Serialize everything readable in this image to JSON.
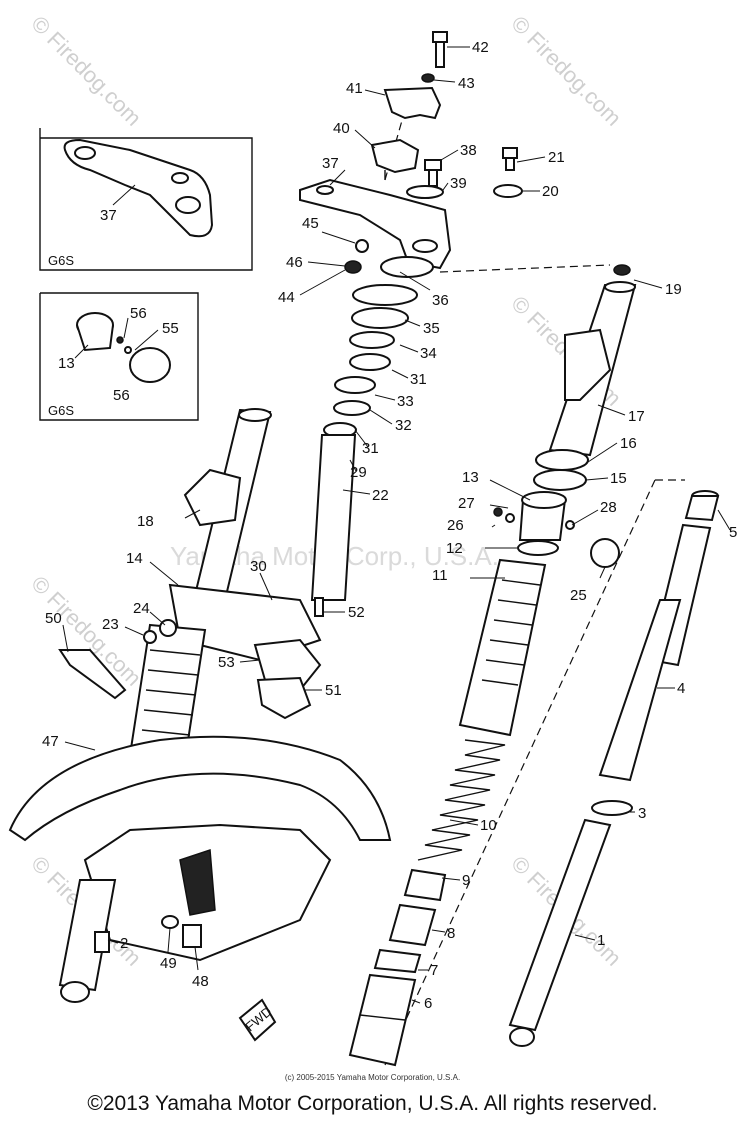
{
  "watermarks": {
    "corner": "© Firedog.com",
    "center": "Yamaha Motor Corp., U.S.A."
  },
  "insets": [
    {
      "code": "G6S",
      "labels": [
        "37"
      ]
    },
    {
      "code": "G6S",
      "labels": [
        "56",
        "55",
        "13",
        "56"
      ]
    }
  ],
  "callouts": [
    "42",
    "43",
    "41",
    "40",
    "38",
    "21",
    "37",
    "39",
    "20",
    "45",
    "46",
    "44",
    "36",
    "19",
    "35",
    "34",
    "31",
    "33",
    "32",
    "31",
    "17",
    "29",
    "16",
    "22",
    "15",
    "13",
    "27",
    "28",
    "26",
    "12",
    "18",
    "5",
    "11",
    "14",
    "30",
    "25",
    "24",
    "52",
    "23",
    "50",
    "53",
    "4",
    "51",
    "47",
    "3",
    "10",
    "9",
    "8",
    "2",
    "49",
    "48",
    "7",
    "1",
    "6"
  ],
  "fwd_label": "FWD",
  "footer": {
    "small": "(c) 2005-2015 Yamaha Motor Corporation, U.S.A.",
    "main": "©2013 Yamaha Motor Corporation, U.S.A. All rights reserved."
  }
}
